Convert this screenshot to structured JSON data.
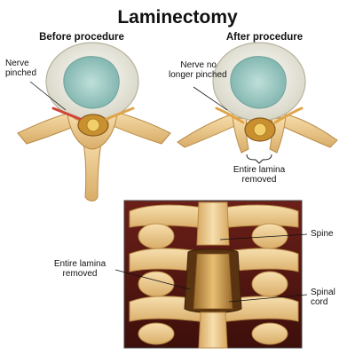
{
  "title": "Laminectomy",
  "panels": {
    "before": {
      "heading": "Before procedure",
      "label_nerve": [
        "Nerve",
        "pinched"
      ]
    },
    "after": {
      "heading": "After procedure",
      "label_nerve": [
        "Nerve no",
        "longer pinched"
      ],
      "label_lamina": [
        "Entire lamina",
        "removed"
      ]
    },
    "spine_view": {
      "label_lamina": [
        "Entire lamina",
        "removed"
      ],
      "label_spine": "Spine",
      "label_cord": [
        "Spinal",
        "cord"
      ]
    }
  },
  "colors": {
    "bone": "#f0cf93",
    "bone_dark": "#c99a52",
    "disc_ring": "#e8e6d8",
    "disc_core": "#9bc7c1",
    "nerve": "#d9a24c",
    "canal_red": "#d0453a"
  }
}
